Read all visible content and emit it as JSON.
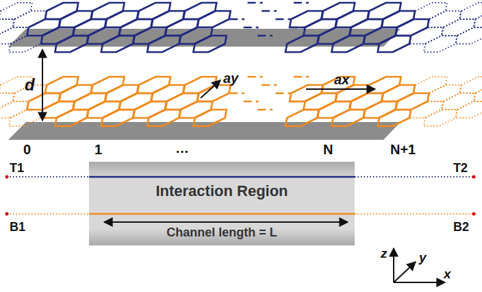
{
  "diagram": {
    "nodes": [
      {
        "text": [
          "Interaction Region",
          "Channel length = L"
        ]
      }
    ],
    "labels": [
      "d",
      "ay",
      "ax",
      "0",
      "1",
      "…",
      "N",
      "N+1",
      "T1",
      "T2",
      "B1",
      "B2",
      "z",
      "y",
      "x"
    ]
  }
}
